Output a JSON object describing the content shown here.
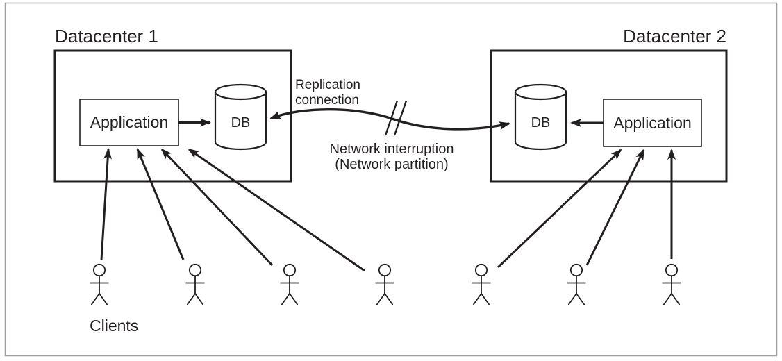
{
  "datacenter1": {
    "title": "Datacenter 1",
    "application": "Application",
    "db": "DB"
  },
  "datacenter2": {
    "title": "Datacenter 2",
    "application": "Application",
    "db": "DB"
  },
  "replication": {
    "line1": "Replication",
    "line2": "connection"
  },
  "interruption": {
    "line1": "Network interruption",
    "line2": "(Network partition)"
  },
  "clients": {
    "label": "Clients",
    "count_left": 4,
    "count_right": 3
  },
  "colors": {
    "ink": "#231f20",
    "frame": "#9e9e9e",
    "background": "#ffffff"
  }
}
